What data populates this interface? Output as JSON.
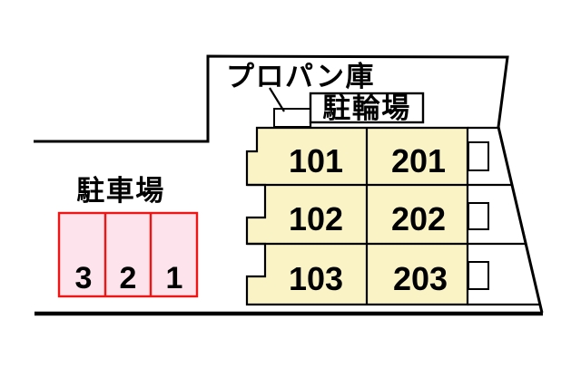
{
  "diagram": {
    "propane_label": "プロパン庫",
    "bicycle_label": "駐輪場",
    "parking_label": "駐車場",
    "units": [
      {
        "label": "101"
      },
      {
        "label": "201"
      },
      {
        "label": "102"
      },
      {
        "label": "202"
      },
      {
        "label": "103"
      },
      {
        "label": "203"
      }
    ],
    "stalls": [
      {
        "number": "3"
      },
      {
        "number": "2"
      },
      {
        "number": "1"
      }
    ],
    "colors": {
      "line": "#000000",
      "building_fill": "#FAF3C6",
      "box_fill": "#FFFFFF",
      "parking_fill": "#FCE3EC",
      "parking_border": "#F21313",
      "text": "#000000"
    }
  }
}
